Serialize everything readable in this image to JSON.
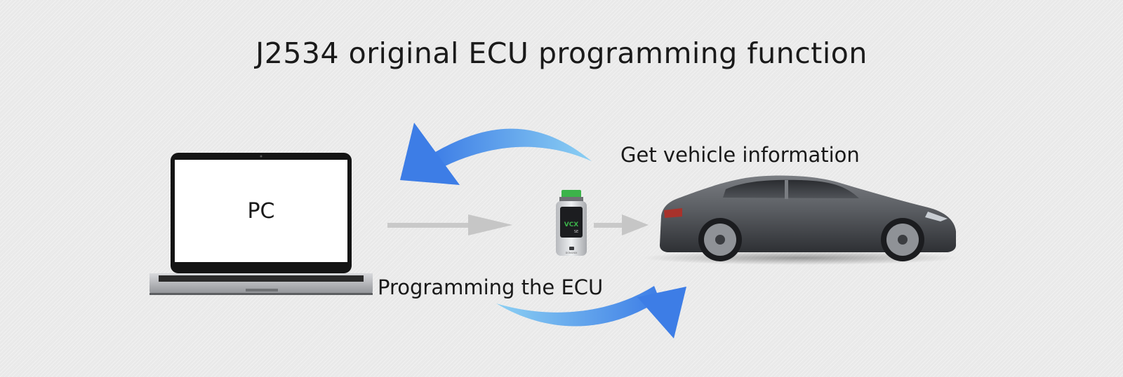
{
  "title": "J2534 original ECU programming function",
  "nodes": {
    "pc": {
      "label": "PC"
    },
    "device": {
      "label": "VCX",
      "sublabel": "SE",
      "brand": "DONGNIX"
    }
  },
  "edges": {
    "get_info": {
      "label": "Get vehicle information"
    },
    "programming": {
      "label": "Programming the ECU"
    }
  },
  "colors": {
    "arrow_blue_dark": "#3d7de6",
    "arrow_blue_light": "#8cd0f3",
    "arrow_gray": "#c6c6c6",
    "device_accent": "#3cb34a",
    "background": "#e9e9e9"
  }
}
